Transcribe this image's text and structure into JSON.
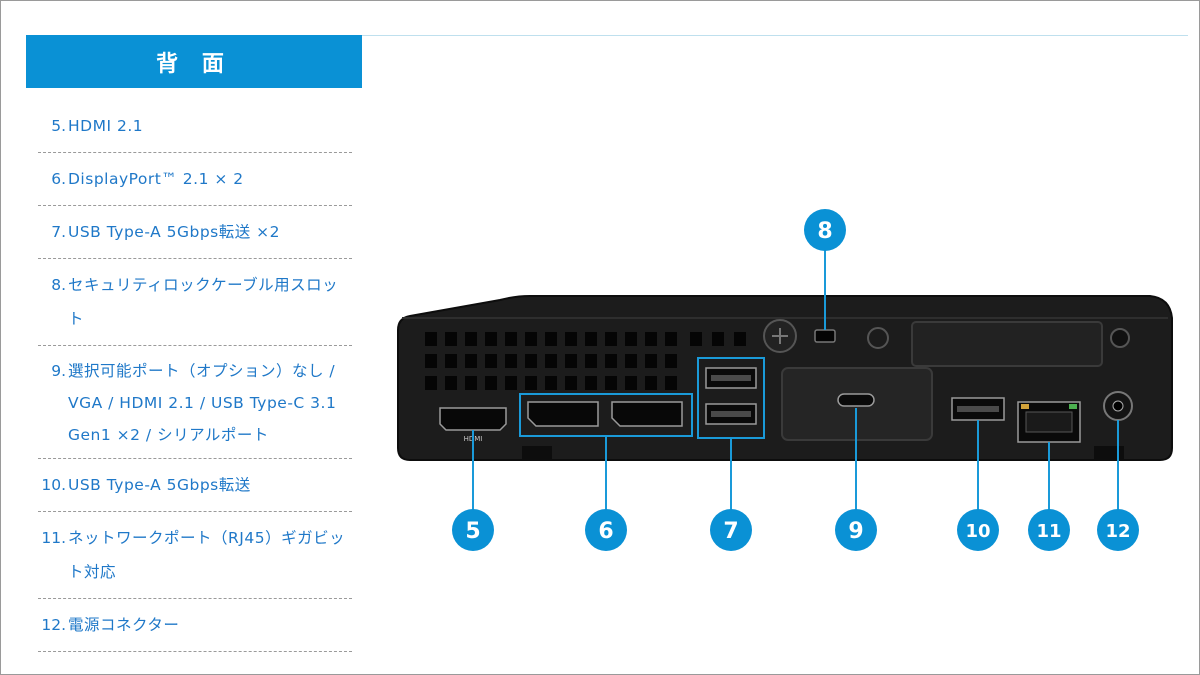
{
  "header": {
    "title": "背 面"
  },
  "specs": [
    {
      "num": "5.",
      "text": "HDMI 2.1"
    },
    {
      "num": "6.",
      "text": "DisplayPort™ 2.1 × 2"
    },
    {
      "num": "7.",
      "text": "USB Type-A 5Gbps転送 ×2"
    },
    {
      "num": "8.",
      "text": "セキュリティロックケーブル用スロット"
    },
    {
      "num": "9.",
      "text": "選択可能ポート（オプション）なし / VGA / HDMI 2.1 / USB Type-C 3.1 Gen1 ×2 / シリアルポート"
    },
    {
      "num": "10.",
      "text": "USB Type-A 5Gbps転送"
    },
    {
      "num": "11.",
      "text": "ネットワークポート（RJ45）ギガビット対応"
    },
    {
      "num": "12.",
      "text": "電源コネクター"
    }
  ],
  "callouts": [
    "5",
    "6",
    "7",
    "8",
    "9",
    "10",
    "11",
    "12"
  ],
  "port_labels": {
    "hdmi": "HDMI"
  },
  "colors": {
    "accent": "#0a91d5",
    "text": "#1f78c8",
    "body": "#1a1a1a",
    "highlight": "#1a9ad9"
  }
}
